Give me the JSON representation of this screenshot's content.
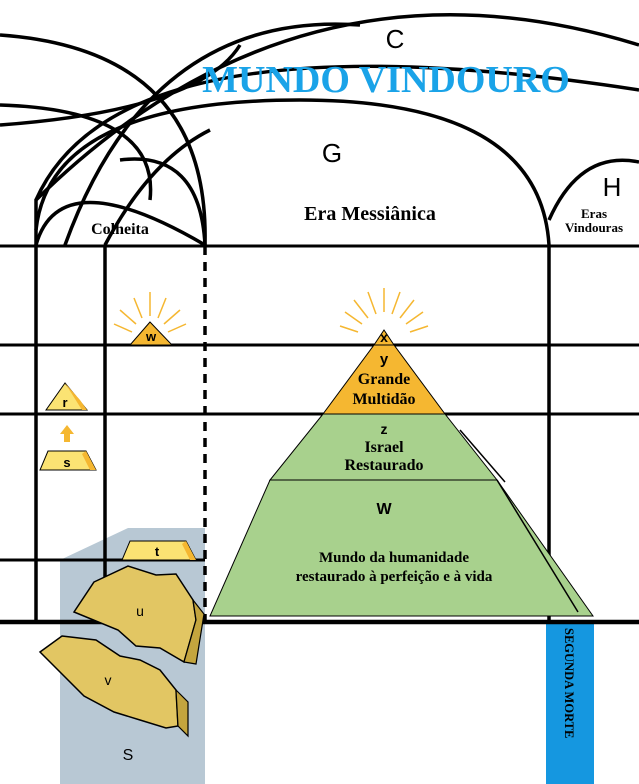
{
  "title": "MUNDO VINDOURO",
  "arch_labels": {
    "c": "C",
    "g": "G",
    "h": "H"
  },
  "eras": {
    "harvest": "Colheita",
    "messianic": "Era Messiânica",
    "future_line1": "Eras",
    "future_line2": "Vindouras"
  },
  "pyramid": {
    "x": "x",
    "y": "y",
    "y_line1": "Grande",
    "y_line2": "Multidão",
    "z": "z",
    "z_line1": "Israel",
    "z_line2": "Restaurado",
    "w": "W",
    "w_line1": "Mundo da humanidade",
    "w_line2": "restaurado à perfeição e à vida"
  },
  "small_markers": {
    "w": "w",
    "r": "r",
    "s": "s",
    "t": "t",
    "u": "u",
    "v": "v"
  },
  "region_s": "S",
  "second_death": "SEGUNDA MORTE",
  "colors": {
    "title_blue": "#1aa3e8",
    "pyramid_green": "#a8d18d",
    "gold": "#f5b731",
    "yellow": "#fbe373",
    "tan": "#e2c663",
    "blue_grey": "#b8c8d4",
    "death_blue": "#1597e0"
  }
}
